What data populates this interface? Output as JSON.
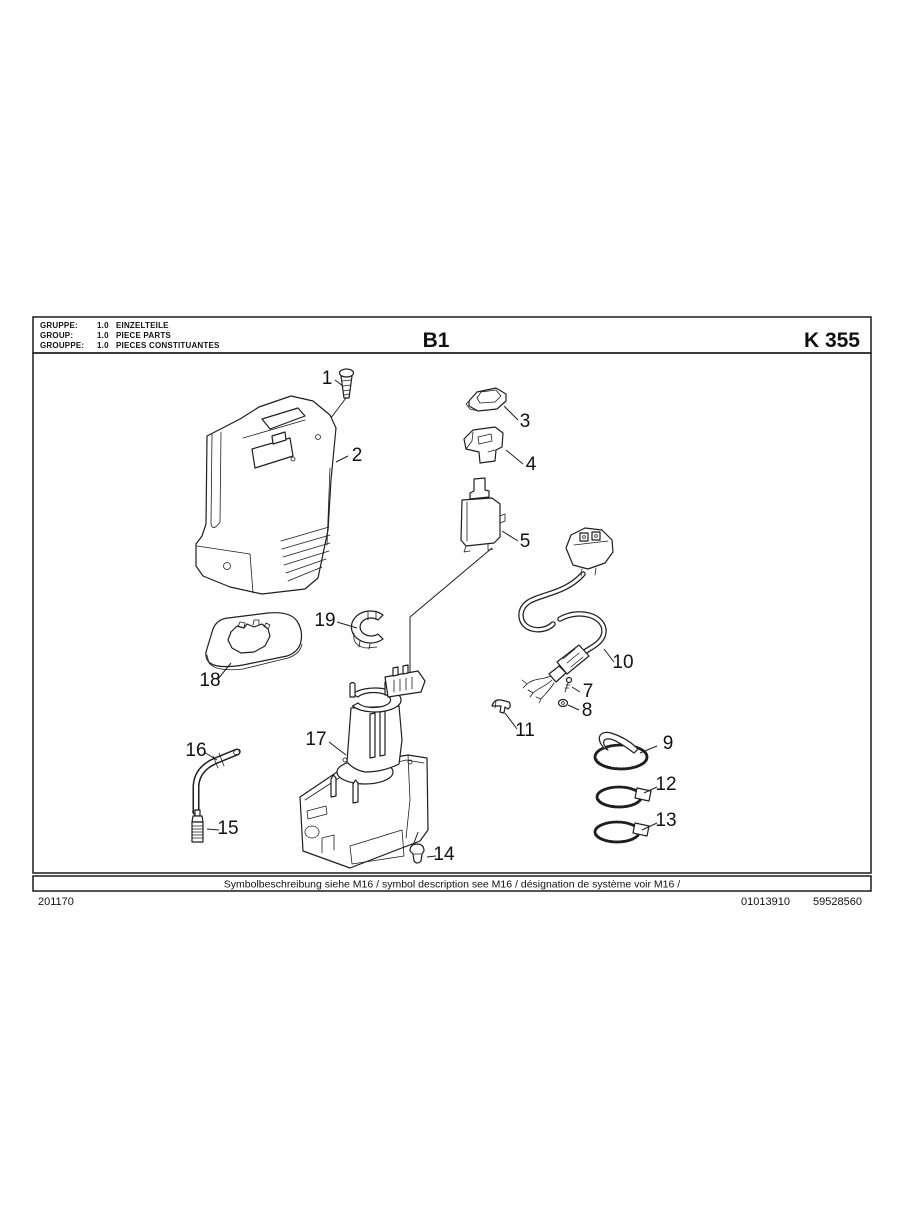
{
  "header": {
    "rows": [
      {
        "label": "GRUPPE:",
        "value": "1.0",
        "name": "EINZELTEILE"
      },
      {
        "label": "GROUP:",
        "value": "1.0",
        "name": "PIECE PARTS"
      },
      {
        "label": "GROUPPE:",
        "value": "1.0",
        "name": "PIECES CONSTITUANTES"
      }
    ],
    "page_code": "B1",
    "model_code": "K 355"
  },
  "diagram": {
    "callouts": {
      "n1": "1",
      "n2": "2",
      "n3": "3",
      "n4": "4",
      "n5": "5",
      "n7": "7",
      "n8": "8",
      "n9": "9",
      "n10": "10",
      "n11": "11",
      "n12": "12",
      "n13": "13",
      "n14": "14",
      "n15": "15",
      "n16": "16",
      "n17": "17",
      "n18": "18",
      "n19": "19"
    }
  },
  "footer": {
    "note": "Symbolbeschreibung siehe M16 / symbol description see M16 / désignation de système voir M16 /",
    "left_number": "201170",
    "right_number_1": "01013910",
    "right_number_2": "59528560"
  }
}
